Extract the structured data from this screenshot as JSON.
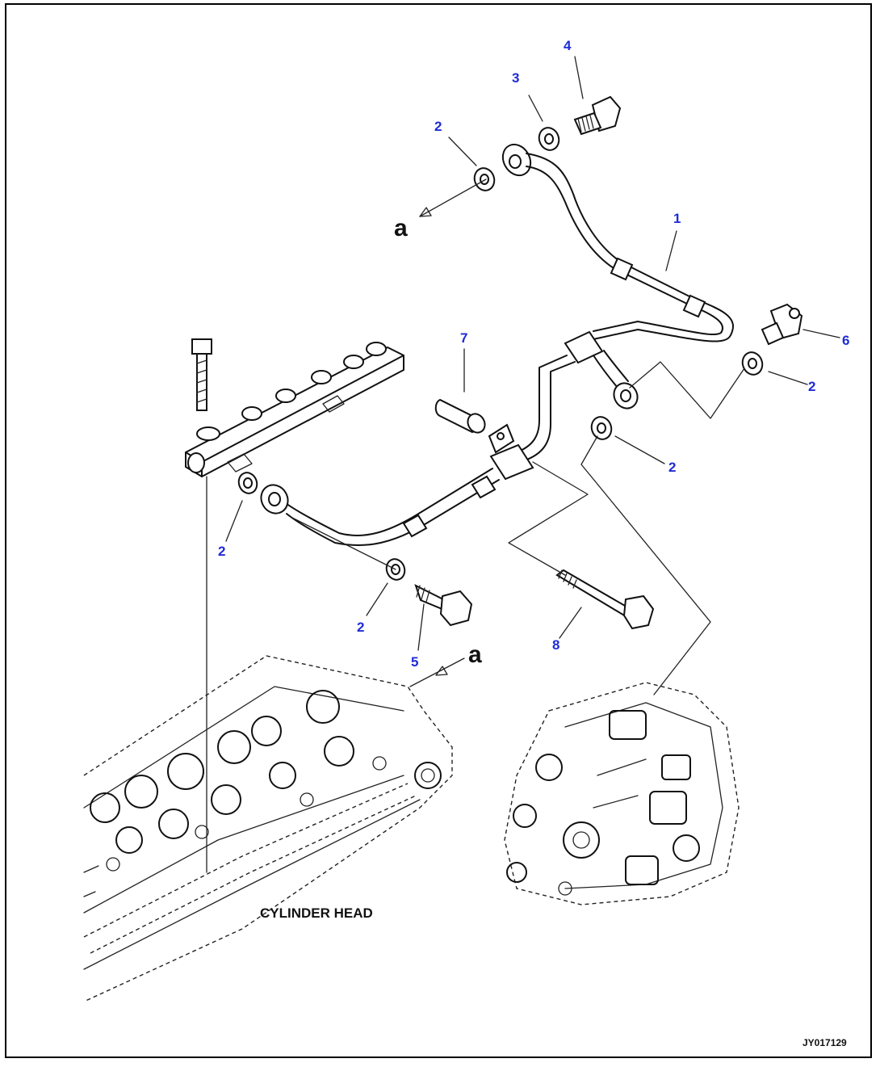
{
  "diagram": {
    "callouts": [
      {
        "id": "callout-1",
        "label": "1"
      },
      {
        "id": "callout-2-a",
        "label": "2"
      },
      {
        "id": "callout-2-b",
        "label": "2"
      },
      {
        "id": "callout-2-c",
        "label": "2"
      },
      {
        "id": "callout-2-d",
        "label": "2"
      },
      {
        "id": "callout-2-e",
        "label": "2"
      },
      {
        "id": "callout-3",
        "label": "3"
      },
      {
        "id": "callout-4",
        "label": "4"
      },
      {
        "id": "callout-5",
        "label": "5"
      },
      {
        "id": "callout-6",
        "label": "6"
      },
      {
        "id": "callout-7",
        "label": "7"
      },
      {
        "id": "callout-8",
        "label": "8"
      }
    ],
    "reference_mark_top": "a",
    "reference_mark_bottom": "a",
    "cylinder_head_label": "CYLINDER HEAD",
    "drawing_code": "JY017129",
    "label_color": "#1f2bd6"
  }
}
